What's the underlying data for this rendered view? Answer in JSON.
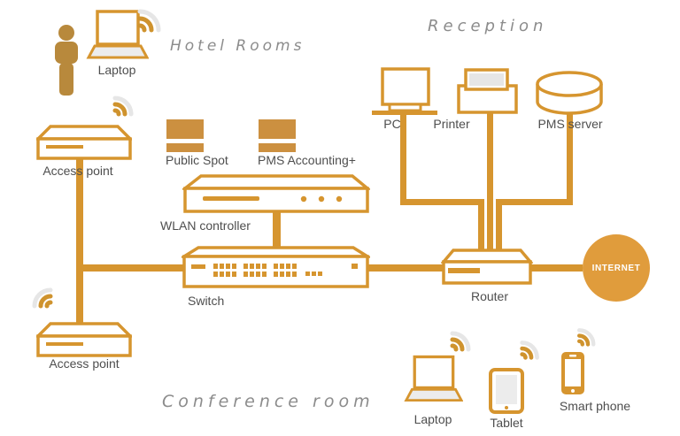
{
  "colors": {
    "accent": "#d6952f",
    "module_fill": "#cc9040",
    "person_fill": "#b8893c",
    "internet_bg": "#e09c3c",
    "wifi_gray": "#e6e6e6",
    "handwriting_text": "#8c8c8c",
    "label_text": "#4e4e4e"
  },
  "hotel_rooms": {
    "title": "Hotel Rooms",
    "laptop_label": "Laptop"
  },
  "reception": {
    "title": "Reception",
    "pc": "PC",
    "printer": "Printer",
    "pms_server": "PMS server"
  },
  "core": {
    "access_point_top": "Access point",
    "access_point_bottom": "Access point",
    "public_spot": "Public Spot",
    "pms_accounting": "PMS Accounting+",
    "wlan_controller": "WLAN controller",
    "switch": "Switch",
    "router": "Router",
    "internet": "INTERNET"
  },
  "conference": {
    "title": "Conference room",
    "laptop": "Laptop",
    "tablet": "Tablet",
    "smart_phone": "Smart phone"
  }
}
